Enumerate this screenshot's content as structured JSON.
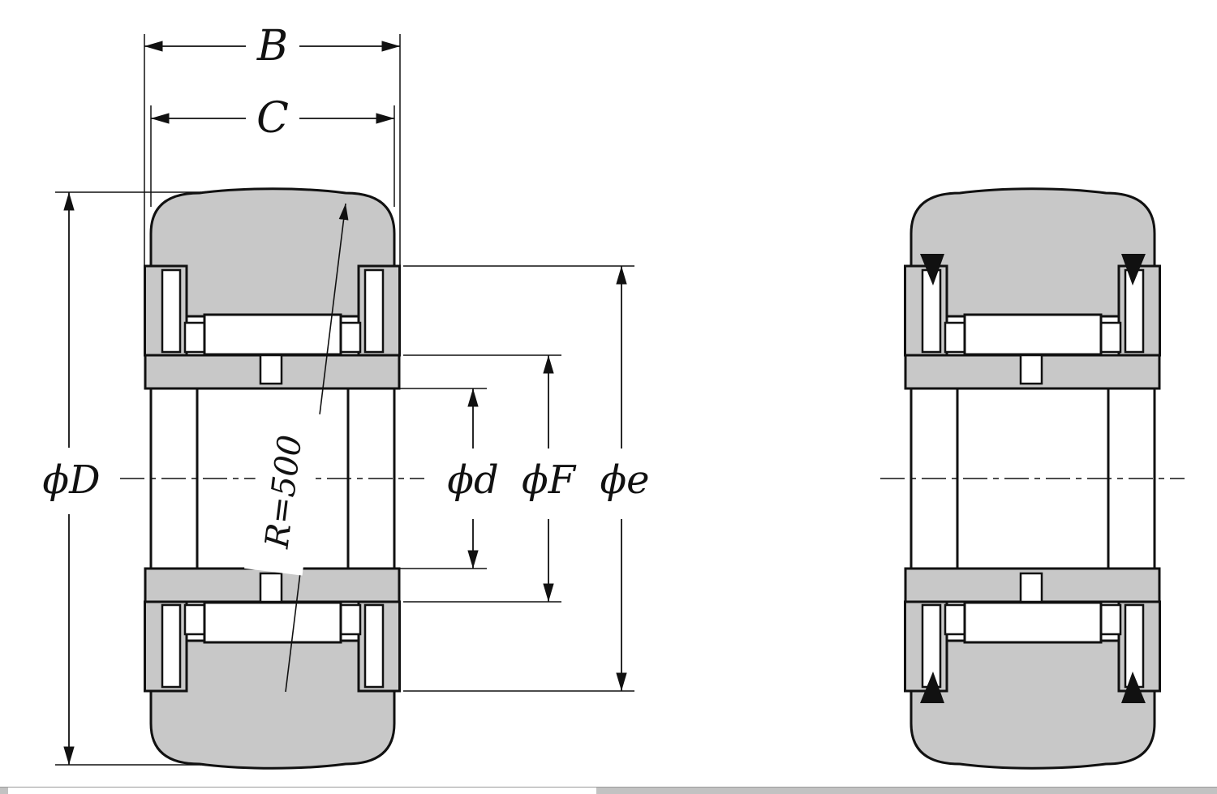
{
  "drawing": {
    "labels": {
      "B": "B",
      "C": "C",
      "D": "ϕD",
      "d": "ϕd",
      "F": "ϕF",
      "e": "ϕe",
      "R": "R=500"
    },
    "colors": {
      "part_fill": "#c8c8c8",
      "outline": "#111111",
      "seal_fill": "#111111",
      "background": "#ffffff"
    }
  }
}
